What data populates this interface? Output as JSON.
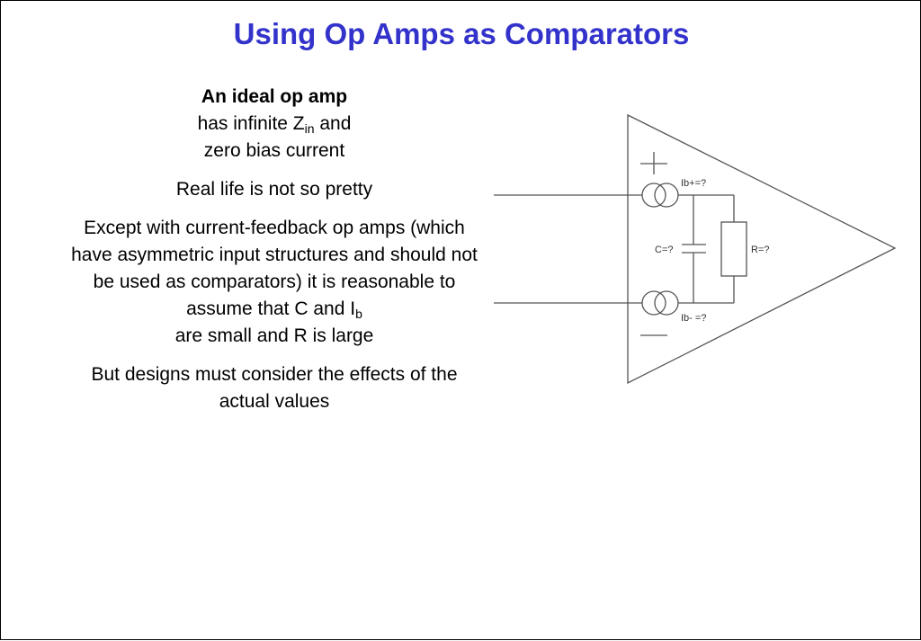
{
  "title": "Using Op Amps as Comparators",
  "body": {
    "ideal_heading": "An ideal op amp",
    "ideal_line2_pre": "has infinite Z",
    "ideal_line2_sub": "in",
    "ideal_line2_post": " and",
    "ideal_line3": "zero bias current",
    "real_life": "Real life is not so pretty",
    "except_text": "Except with current-feedback op amps (which have asymmetric input structures and should not be used as comparators) it is reasonable to assume that C and I",
    "except_sub": "b",
    "except_end": "are small and R is large",
    "but_text": "But designs must consider the effects of the actual values"
  },
  "diagram": {
    "ib_plus_label": "Ib+=?",
    "ib_minus_label": "Ib- =?",
    "c_label": "C=?",
    "r_label": "R=?"
  },
  "colors": {
    "title": "#3333cc",
    "diagram_lines": "#555555"
  }
}
